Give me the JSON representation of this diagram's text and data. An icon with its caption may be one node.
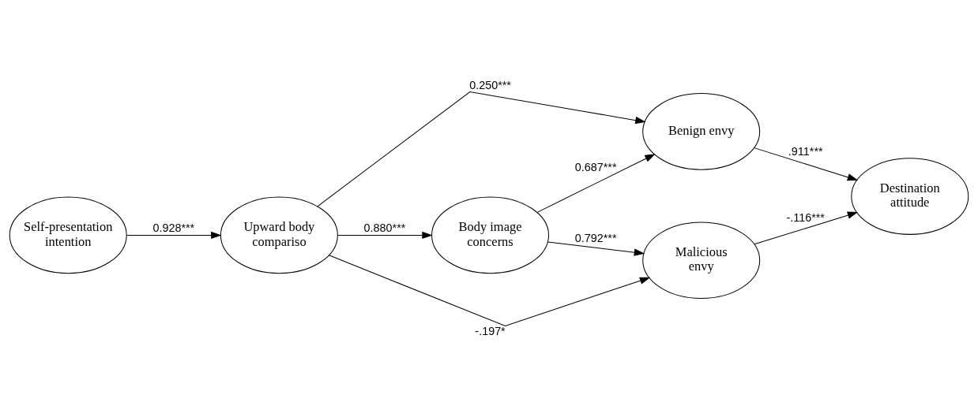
{
  "diagram": {
    "nodes": [
      {
        "text": [
          "Self-presentation intention"
        ]
      },
      {
        "text": [
          "Upward body compariso"
        ]
      },
      {
        "text": [
          "Body image concerns"
        ]
      },
      {
        "text": [
          "Benign envy"
        ]
      },
      {
        "text": [
          "Malicious envy"
        ]
      },
      {
        "text": [
          "Destination attitude"
        ]
      }
    ],
    "edges": [
      {
        "from": 0,
        "to": 1,
        "arrow": "to",
        "label": "0.928***"
      },
      {
        "from": 1,
        "to": 3,
        "arrow": "to",
        "label": "0.250***"
      },
      {
        "from": 1,
        "to": 2,
        "arrow": "to",
        "label": "0.880***"
      },
      {
        "from": 2,
        "to": 3,
        "arrow": "to",
        "label": "0.687***"
      },
      {
        "from": 2,
        "to": 4,
        "arrow": "to",
        "label": "0.792***"
      },
      {
        "from": 1,
        "to": 4,
        "arrow": "to",
        "label": "-.197*"
      },
      {
        "from": 3,
        "to": 5,
        "arrow": "to",
        "label": ".911***"
      },
      {
        "from": 4,
        "to": 5,
        "arrow": "to",
        "label": "-.116***"
      }
    ]
  }
}
